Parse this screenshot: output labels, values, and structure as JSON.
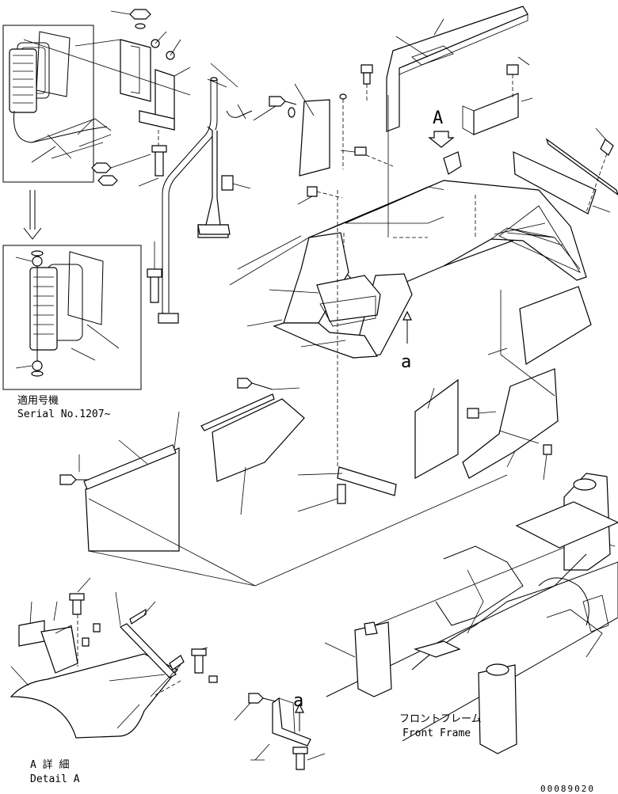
{
  "callouts": {
    "detail_view_letter": "A",
    "section_letter_top": "a",
    "section_letter_bottom": "a"
  },
  "inset": {
    "serial_jp": "適用号機",
    "serial_en": "Serial No.1207~"
  },
  "detail": {
    "jp": "A 詳 細",
    "en": "Detail A"
  },
  "front_frame": {
    "jp": "フロントフレーム",
    "en": "Front Frame"
  },
  "drawing_number": "00089020"
}
